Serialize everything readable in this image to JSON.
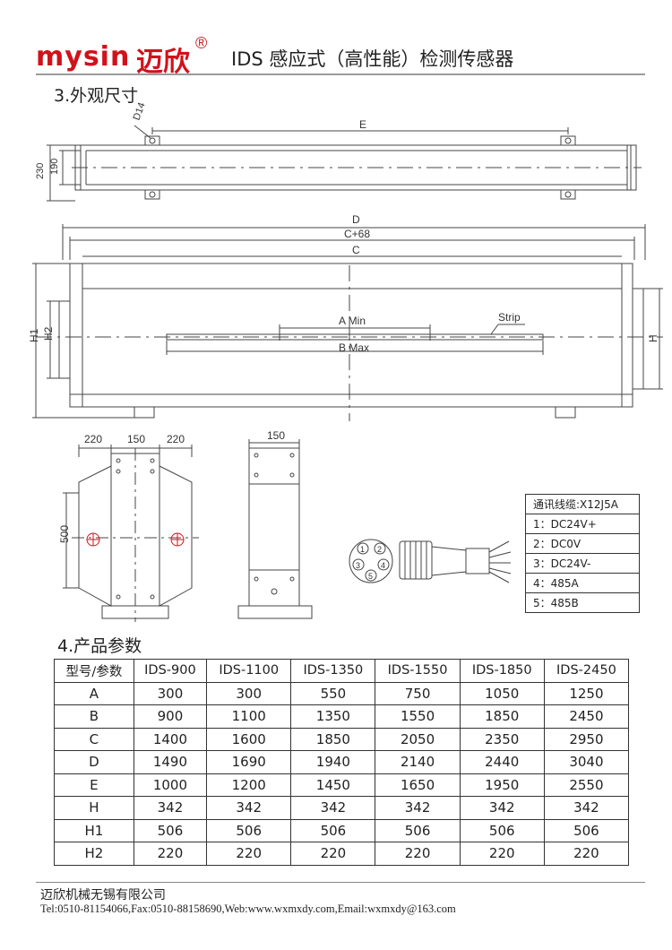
{
  "header": {
    "logo_en": "mysin",
    "logo_cn": "迈欣",
    "logo_reg": "®",
    "title": "IDS 感应式（高性能）检测传感器",
    "brand_color": "#d0121b"
  },
  "section3": {
    "heading": "3.外观尺寸"
  },
  "drawing": {
    "top_view": {
      "d14": "D14",
      "e": "E",
      "dim_230": "230",
      "dim_190": "190"
    },
    "front_view": {
      "d": "D",
      "c68": "C+68",
      "c": "C",
      "h1": "H1",
      "h2": "H2",
      "h": "H",
      "a_min": "A Min",
      "b_max": "B Max",
      "strip": "Strip"
    },
    "side_view": {
      "d220a": "220",
      "d150": "150",
      "d220b": "220",
      "d500": "500"
    },
    "end_view": {
      "d150": "150"
    },
    "connector": {
      "pins": [
        "1",
        "2",
        "3",
        "4",
        "5"
      ]
    }
  },
  "wiring": {
    "title": "通讯线缆:X12J5A",
    "pins": [
      "1：DC24V+",
      "2：DC0V",
      "3：DC24V-",
      "4：485A",
      "5：485B"
    ]
  },
  "section4": {
    "heading": "4.产品参数"
  },
  "spec_table": {
    "header": [
      "型号/参数",
      "IDS-900",
      "IDS-1100",
      "IDS-1350",
      "IDS-1550",
      "IDS-1850",
      "IDS-2450"
    ],
    "rows": [
      [
        "A",
        "300",
        "300",
        "550",
        "750",
        "1050",
        "1250"
      ],
      [
        "B",
        "900",
        "1100",
        "1350",
        "1550",
        "1850",
        "2450"
      ],
      [
        "C",
        "1400",
        "1600",
        "1850",
        "2050",
        "2350",
        "2950"
      ],
      [
        "D",
        "1490",
        "1690",
        "1940",
        "2140",
        "2440",
        "3040"
      ],
      [
        "E",
        "1000",
        "1200",
        "1450",
        "1650",
        "1950",
        "2550"
      ],
      [
        "H",
        "342",
        "342",
        "342",
        "342",
        "342",
        "342"
      ],
      [
        "H1",
        "506",
        "506",
        "506",
        "506",
        "506",
        "506"
      ],
      [
        "H2",
        "220",
        "220",
        "220",
        "220",
        "220",
        "220"
      ]
    ]
  },
  "footer": {
    "company": "迈欣机械无锡有限公司",
    "contact": "Tel:0510-81154066,Fax:0510-88158690,Web:www.wxmxdy.com,Email:wxmxdy@163.com"
  }
}
